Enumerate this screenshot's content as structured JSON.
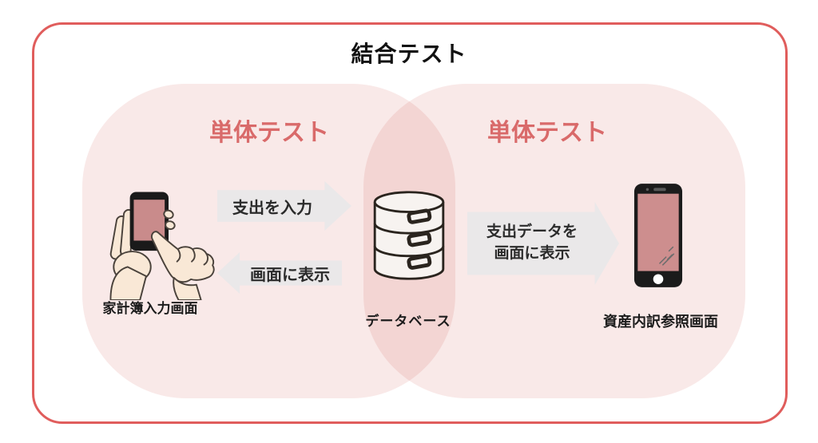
{
  "diagram": {
    "title": "結合テスト",
    "unit_test_left": "単体テスト",
    "unit_test_right": "単体テスト",
    "nodes": {
      "input_screen": "家計簿入力画面",
      "database": "データベース",
      "reference_screen": "資産内訳参照画面"
    },
    "arrows": {
      "input_to_db": "支出を入力",
      "db_to_screen": "画面に表示",
      "db_to_reference_line1": "支出データを",
      "db_to_reference_line2": "画面に表示"
    },
    "colors": {
      "frame_border": "#e05d5c",
      "unit_test_text": "#d96a6a",
      "blob_pink": "#f9e9e8",
      "overlap_pink": "#f3d9d7",
      "arrow_gray": "#eae8e9",
      "phone_screen": "#cd8e8e",
      "skin": "#f9e8d6",
      "title_text": "#111111"
    }
  }
}
